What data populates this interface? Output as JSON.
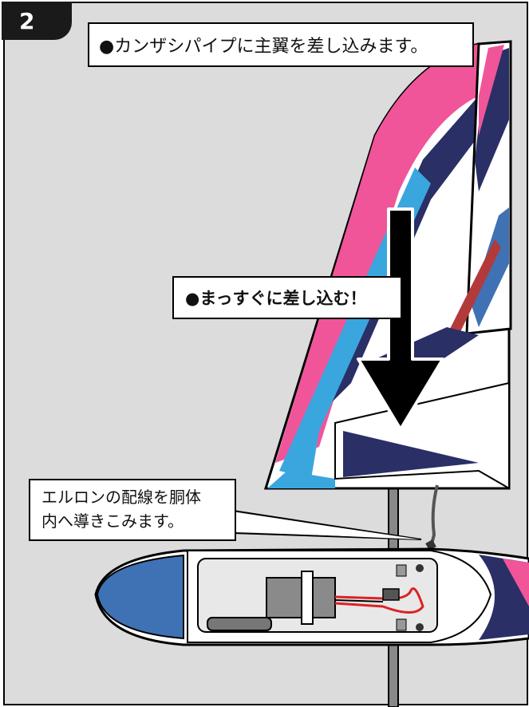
{
  "step": {
    "number": "2"
  },
  "callouts": {
    "instruction": "●カンザシパイプに主翼を差し込みます。",
    "straight": "●まっすぐに差し込む！",
    "wiring_line1": "エルロンの配線を胴体",
    "wiring_line2": "内へ導きこみます。"
  },
  "colors": {
    "background": "#dcdcdc",
    "wing_pink": "#f0559a",
    "wing_navy": "#2a2f66",
    "wing_blue": "#3aa6de",
    "fuselage_blue": "#3f72b4",
    "arrow": "#000000"
  }
}
